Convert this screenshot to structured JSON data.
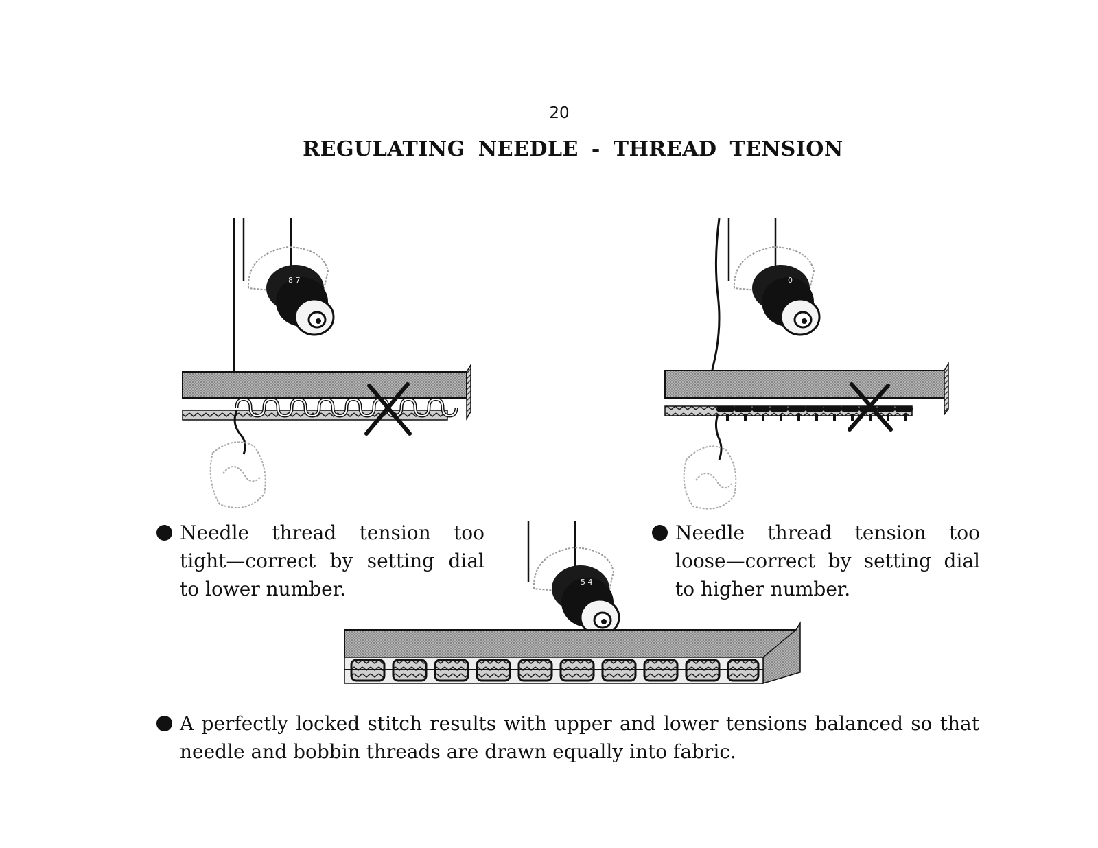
{
  "page": {
    "number": "20",
    "title": "REGULATING NEEDLE - THREAD TENSION"
  },
  "notes": {
    "tight": "Needle thread tension too tight—correct by setting dial to lower number.",
    "loose": "Needle thread tension too loose—correct by setting dial to higher number.",
    "balanced": "A perfectly locked stitch results with upper and lower tensions balanced so that needle and bobbin threads are drawn equally into fabric."
  },
  "illustrations": {
    "tight": {
      "icon": "tension-dial-tight-icon",
      "stitch": "stitch-tight-icon",
      "mark": "wrong-x-icon"
    },
    "loose": {
      "icon": "tension-dial-loose-icon",
      "stitch": "stitch-loose-icon",
      "mark": "wrong-x-icon"
    },
    "balanced": {
      "icon": "tension-dial-balanced-icon",
      "stitch": "stitch-balanced-icon"
    }
  }
}
